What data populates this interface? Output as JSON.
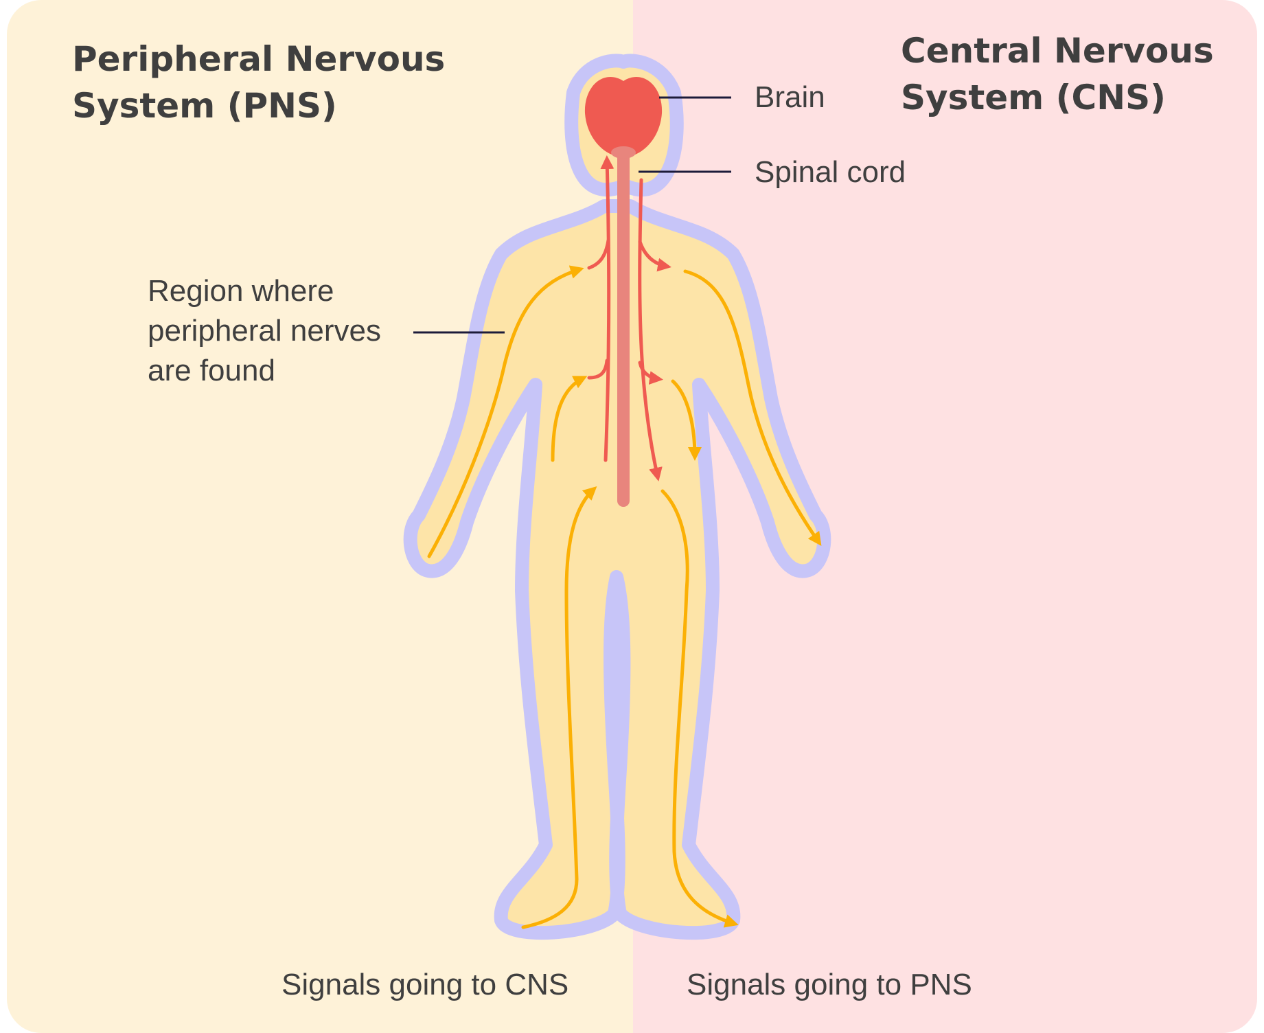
{
  "headings": {
    "pns": "Peripheral Nervous\nSystem (PNS)",
    "cns": "Central Nervous\nSystem (CNS)"
  },
  "labels": {
    "brain": "Brain",
    "spinal_cord": "Spinal cord",
    "peripheral_region": "Region where\nperipheral nerves\nare found",
    "signals_to_cns": "Signals going to CNS",
    "signals_to_pns": "Signals going to PNS"
  },
  "colors": {
    "pns_background": "#fef2d8",
    "cns_background": "#fee1e2",
    "body_outline": "#c7c5f8",
    "body_fill": "#fde4a8",
    "brain": "#ef5a51",
    "spinal_cord": "#e8857d",
    "signal_to_pns": "#ef5a51",
    "signal_to_cns": "#fbb005",
    "leader_line": "#1c1b3a"
  }
}
